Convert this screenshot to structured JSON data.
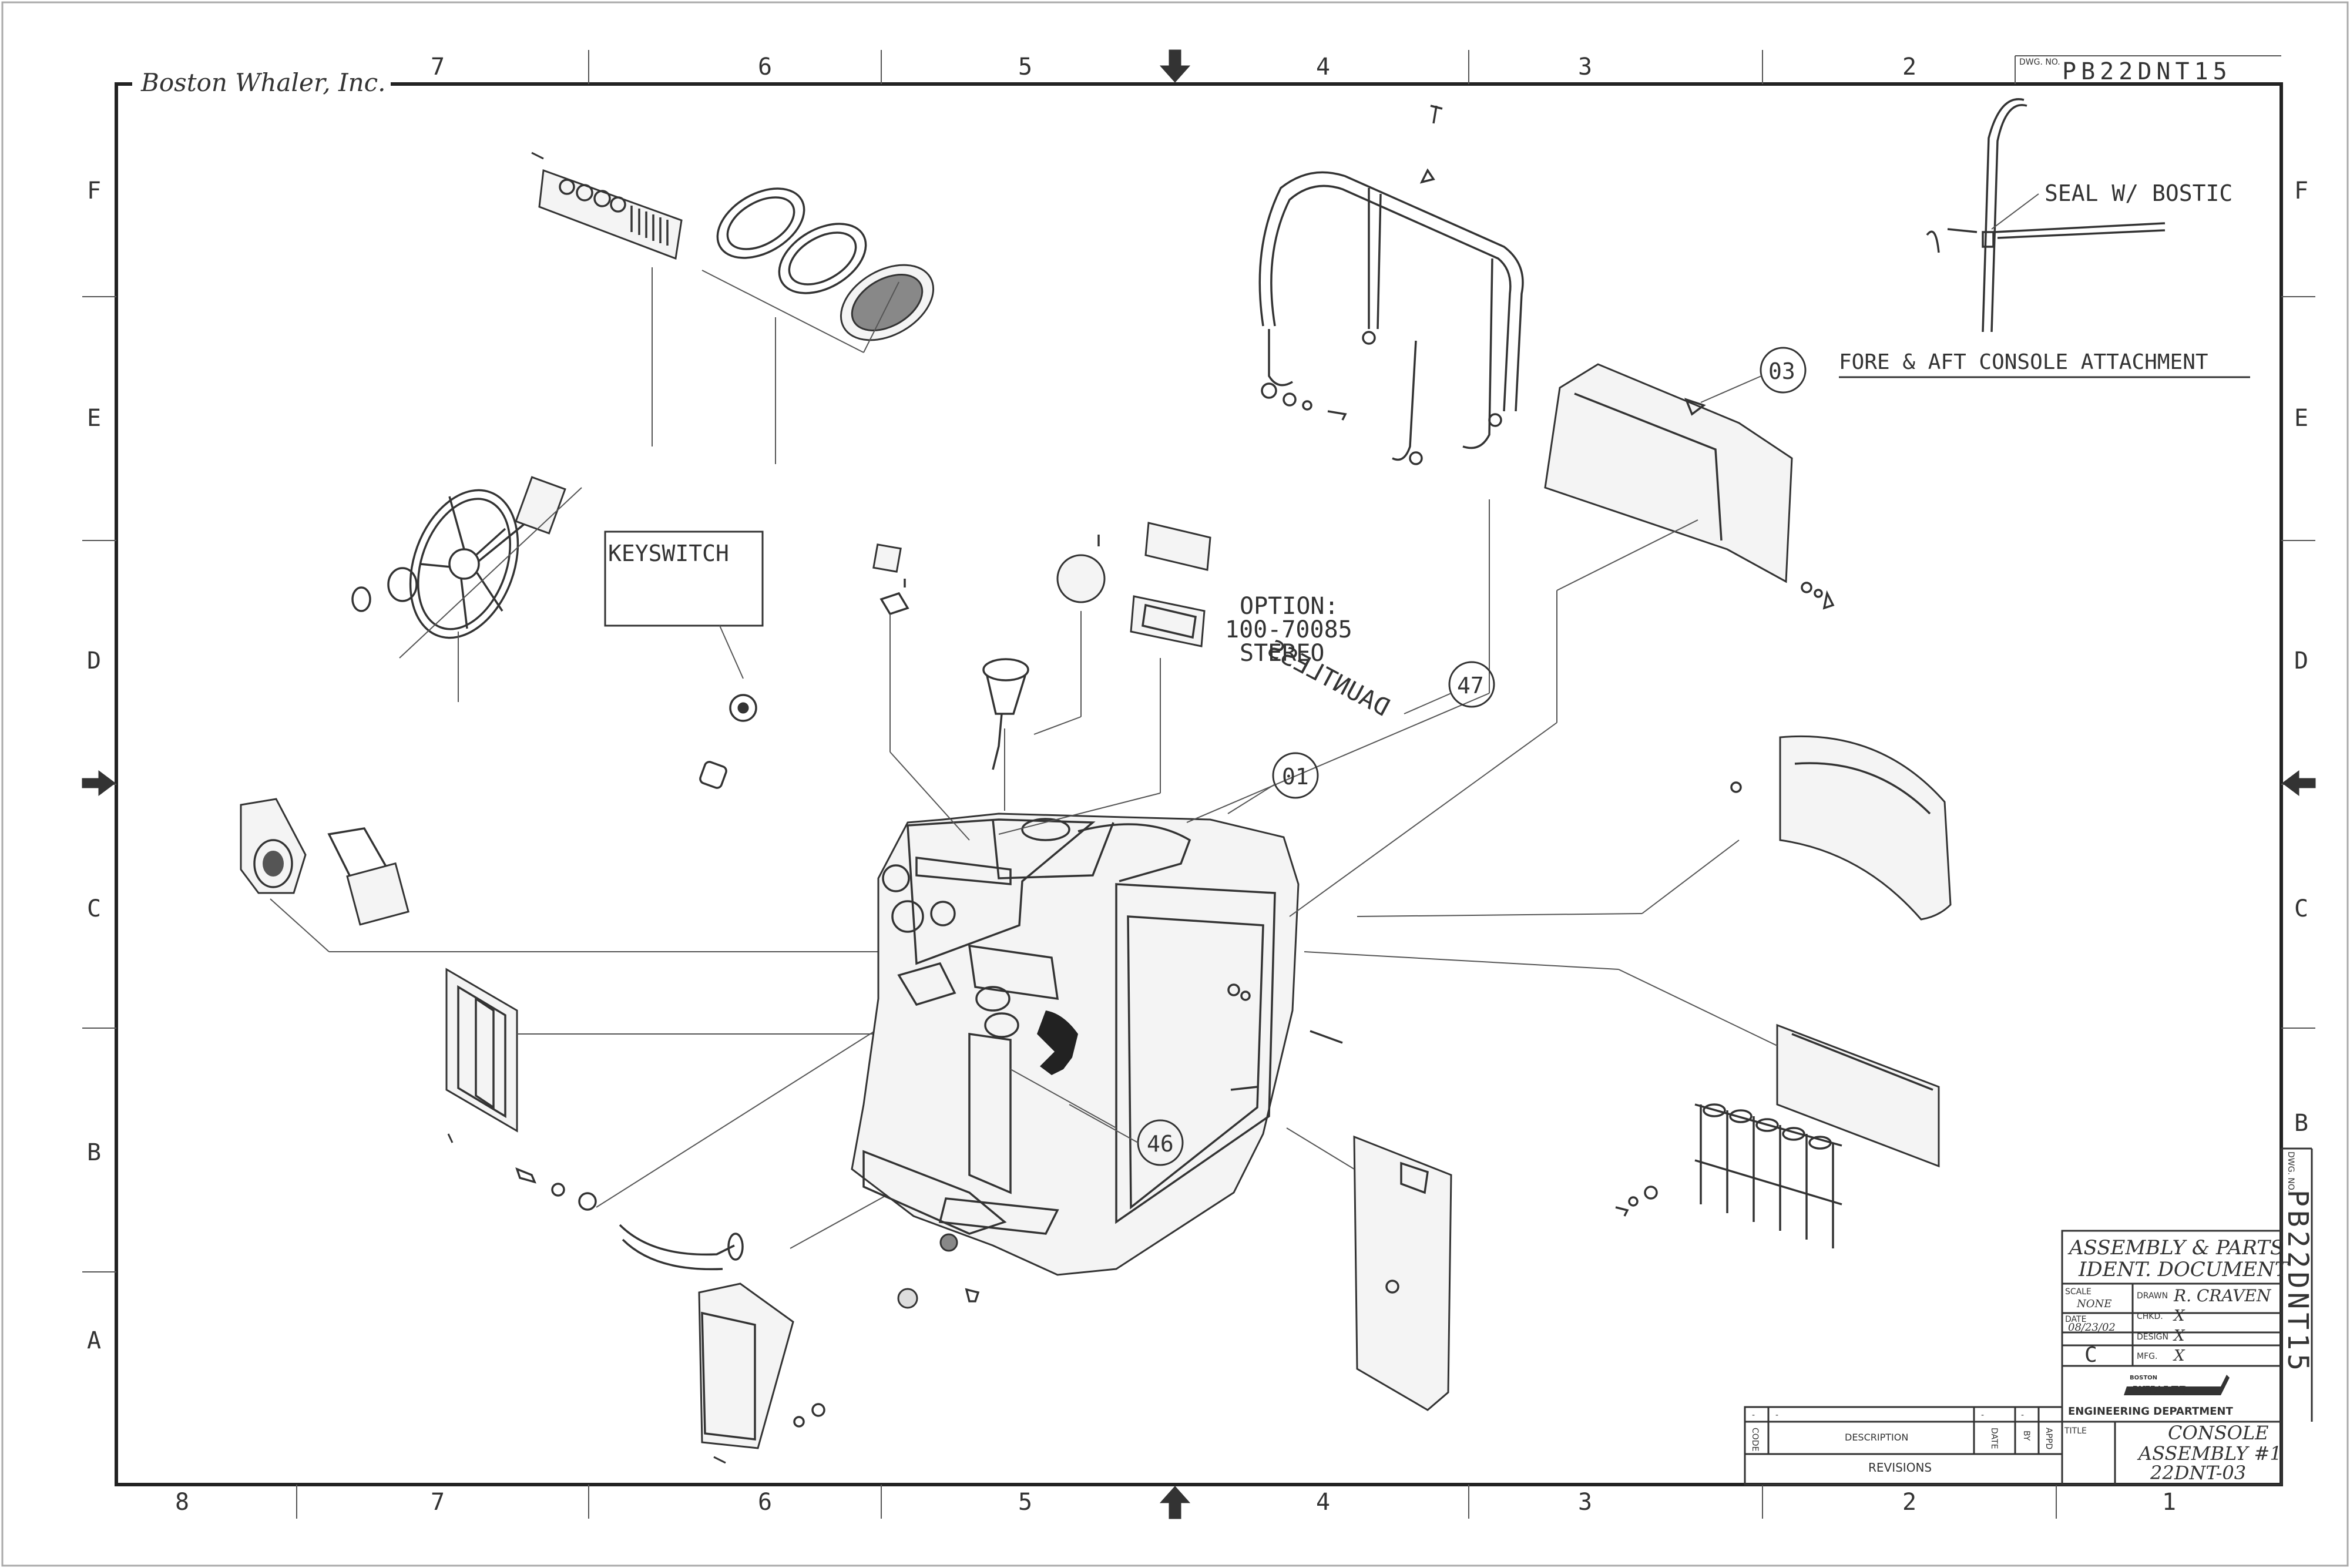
{
  "company": "Boston Whaler, Inc.",
  "dwg_no_label": "DWG. NO.",
  "dwg_no": "PB22DNT15",
  "grid": {
    "columns_top": [
      "7",
      "6",
      "5",
      "4",
      "3",
      "2"
    ],
    "columns_bottom": [
      "8",
      "7",
      "6",
      "5",
      "4",
      "3",
      "2",
      "1"
    ],
    "rows_left": [
      "F",
      "E",
      "D",
      "C",
      "B",
      "A"
    ],
    "rows_right": [
      "F",
      "E",
      "D",
      "C",
      "B"
    ]
  },
  "callouts": {
    "keyswitch": "KEYSWITCH",
    "option_line1": "OPTION:",
    "option_line2": "100-70085",
    "option_line3": "STEREO",
    "seal": "SEAL W/ BOSTIC",
    "attachment": "FORE & AFT CONSOLE ATTACHMENT",
    "dauntless": "DAUNTLESS",
    "balloons": [
      "03",
      "47",
      "01",
      "46"
    ]
  },
  "title_block": {
    "doc_line1": "ASSEMBLY & PARTS",
    "doc_line2": "IDENT. DOCUMENT",
    "scale_label": "SCALE",
    "scale_value": "NONE",
    "date_label": "DATE",
    "date_value": "08/23/02",
    "drawn_label": "DRAWN",
    "drawn_value": "R. CRAVEN",
    "chkd_label": "CHKD.",
    "chkd_value": "X",
    "design_label": "DESIGN",
    "design_value": "X",
    "mfg_label": "MFG.",
    "mfg_value": "X",
    "size_value": "C",
    "logo_top": "BOSTON",
    "logo_main": "WHALER",
    "dept": "ENGINEERING DEPARTMENT",
    "title_label": "TITLE",
    "title_line1": "CONSOLE",
    "title_line2": "ASSEMBLY #1",
    "title_line3": "22DNT-03",
    "side_dwg_label": "DWG. NO.",
    "side_dwg_no": "PB22DNT15"
  },
  "revisions": {
    "dash1": "-",
    "dash2": "-",
    "dash3": "-",
    "dash4": "-",
    "code": "CODE",
    "description": "DESCRIPTION",
    "date": "DATE",
    "by": "BY",
    "appd": "APPD",
    "title": "REVISIONS"
  }
}
